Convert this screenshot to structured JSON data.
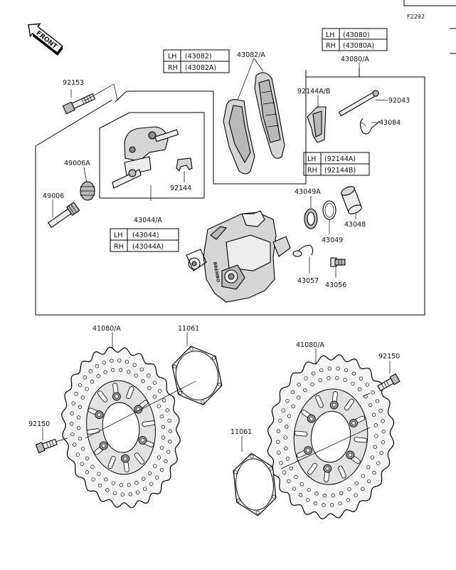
{
  "figure_code": "F2292",
  "front_label": "FRONT",
  "parts": {
    "p92153": "92153",
    "p49006a": "49006A",
    "p49006": "49006",
    "p43082a": "43082/A",
    "p43044a": "43044/A",
    "p92144": "92144",
    "p43080a": "43080/A",
    "p92144ab": "92144A/B",
    "p92043": "92043",
    "p43084": "43084",
    "p43049a": "43049A",
    "p43049": "43049",
    "p43048": "43048",
    "p43057": "43057",
    "p43056": "43056",
    "p41080a_left": "41080/A",
    "p11061_top": "11061",
    "p41080a_right": "41080/A",
    "p92150_right": "92150",
    "p92150_left": "92150",
    "p11061_bottom": "11061"
  },
  "tables": {
    "t43082": {
      "lh": "LH",
      "lh_code": "(43082)",
      "rh": "RH",
      "rh_code": "(43082A)"
    },
    "t43080": {
      "lh": "LH",
      "lh_code": "(43080)",
      "rh": "RH",
      "rh_code": "(43080A)"
    },
    "t92144": {
      "lh": "LH",
      "lh_code": "(92144A)",
      "rh": "RH",
      "rh_code": "(92144B)"
    },
    "t43044": {
      "lh": "LH",
      "lh_code": "(43044)",
      "rh": "RH",
      "rh_code": "(43044A)"
    }
  }
}
